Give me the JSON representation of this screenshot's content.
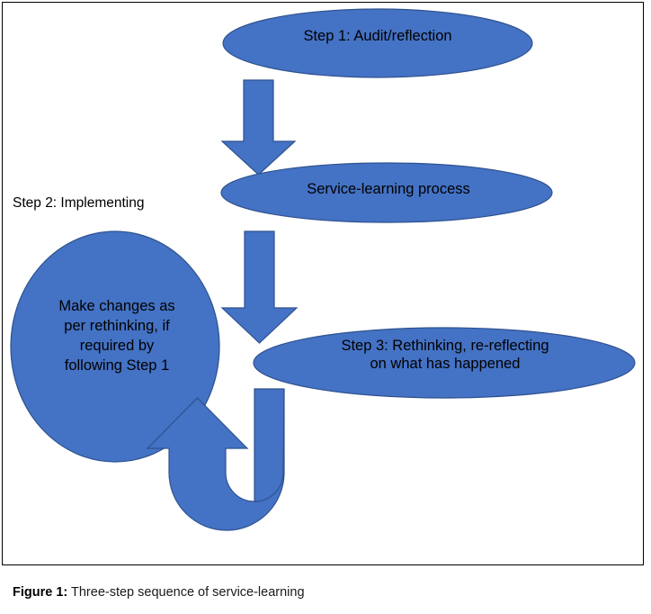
{
  "figure": {
    "caption_label": "Figure 1:",
    "caption_text": " Three-step sequence of service-learning",
    "frame_border_color": "#000000",
    "shape_fill_color": "#4472C4",
    "shape_outline_color": "#2F528F",
    "text_color": "#000000",
    "background_color": "#FFFFFF"
  },
  "diagram": {
    "type": "flow-diagram",
    "title": "Three-step sequence of service-learning",
    "nodes": [
      {
        "id": "step1",
        "shape": "ellipse",
        "label": "Step 1: Audit/reflection",
        "fill": "#4472C4"
      },
      {
        "id": "process",
        "shape": "ellipse",
        "label": "Service-learning process",
        "fill": "#4472C4"
      },
      {
        "id": "step3",
        "shape": "ellipse",
        "label": "Step 3: Rethinking, re-reflecting\non what has happened",
        "fill": "#4472C4"
      },
      {
        "id": "step2circle",
        "shape": "circle",
        "label": "Make changes as\nper rethinking, if\nrequired by\nfollowing Step 1",
        "fill": "#4472C4"
      }
    ],
    "external_labels": [
      {
        "id": "step2-caption",
        "text": "Step 2: Implementing"
      }
    ],
    "connectors": [
      {
        "id": "arrow-step1-to-process",
        "kind": "down-arrow",
        "from": "step1",
        "to": "process"
      },
      {
        "id": "arrow-process-to-step3",
        "kind": "down-arrow",
        "from": "process",
        "to": "step3"
      },
      {
        "id": "arrow-step3-to-step2circle",
        "kind": "u-turn-arrow",
        "from": "step3",
        "to": "step2circle"
      }
    ]
  }
}
